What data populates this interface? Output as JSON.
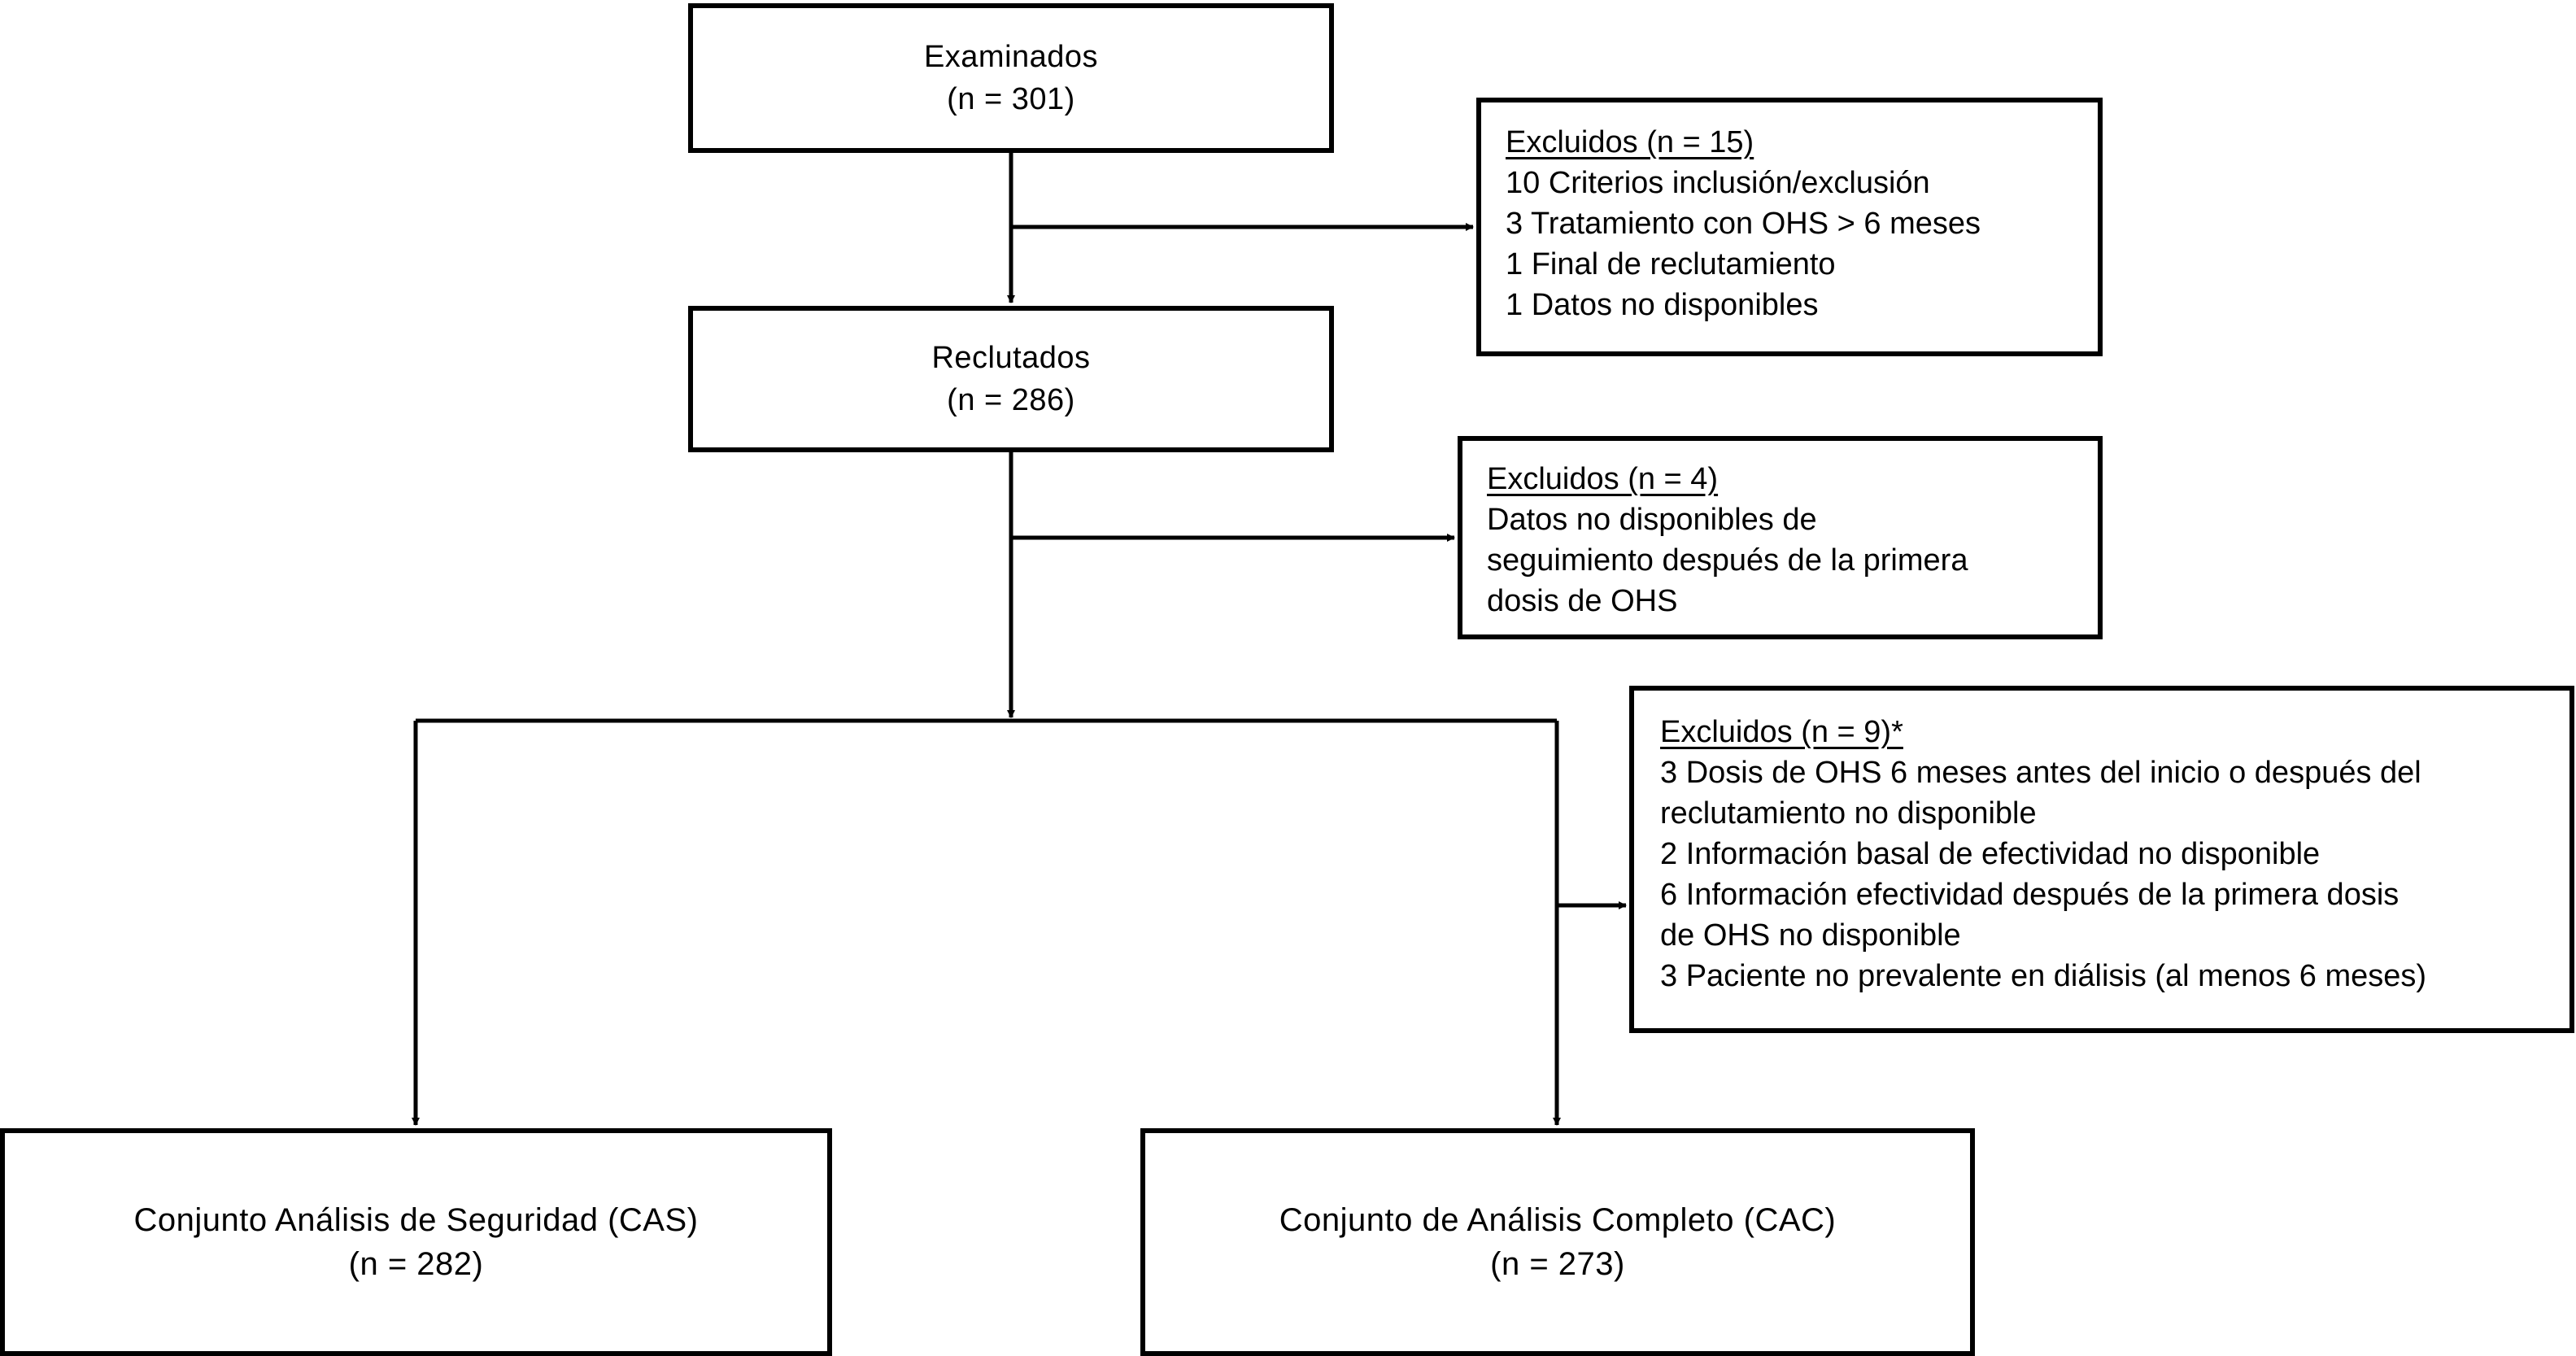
{
  "flowchart": {
    "screened": {
      "label": "Examinados",
      "count": "(n = 301)"
    },
    "excluded_screening": {
      "heading": "Excluidos (n = 15)",
      "items": [
        "10 Criterios inclusión/exclusión",
        "3 Tratamiento con OHS > 6 meses",
        "1 Final de reclutamiento",
        "1 Datos no disponibles"
      ]
    },
    "recruited": {
      "label": "Reclutados",
      "count": "(n = 286)"
    },
    "excluded_followup": {
      "heading": "Excluidos (n = 4)",
      "items": [
        "Datos no disponibles de",
        "seguimiento después de la primera",
        "dosis de OHS"
      ]
    },
    "excluded_analysis": {
      "heading": "Excluidos (n = 9)*",
      "items": [
        "3 Dosis de OHS 6 meses antes del inicio o después del",
        "reclutamiento no disponible",
        "2 Información basal de efectividad no disponible",
        "6 Información efectividad después de la primera dosis",
        "de OHS no disponible",
        "3 Paciente no prevalente en diálisis (al menos 6 meses)"
      ]
    },
    "safety_set": {
      "label": "Conjunto Análisis de Seguridad (CAS)",
      "count": "(n = 282)"
    },
    "full_analysis_set": {
      "label": "Conjunto de Análisis Completo (CAC)",
      "count": "(n = 273)"
    }
  },
  "colors": {
    "stroke": "#000000",
    "background": "#ffffff",
    "text": "#000000"
  }
}
